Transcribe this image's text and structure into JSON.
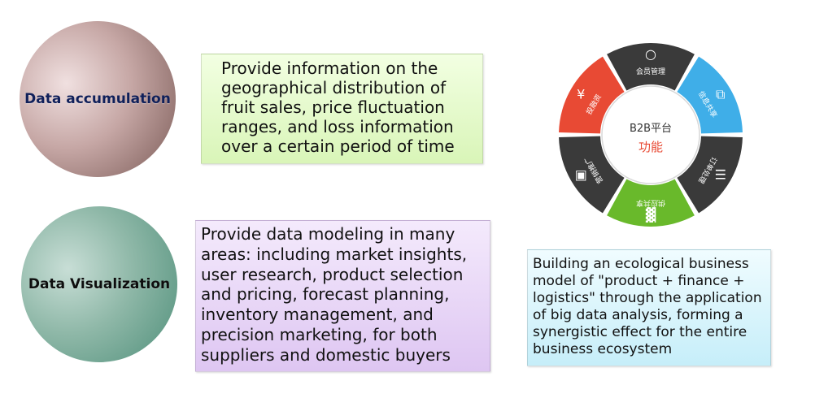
{
  "circles": {
    "accumulation": "Data accumulation",
    "visualization": "Data Visualization"
  },
  "boxes": {
    "accumulation_text": "Provide information on the geographical distribution of fruit sales, price fluctuation ranges, and loss information over a certain period of time",
    "visualization_text": "Provide data modeling in many areas: including market insights, user research, product selection and pricing, forecast planning, inventory management, and precision marketing, for both suppliers and domestic buyers",
    "ecosystem_text": "Building an ecological business model of \"product + finance + logistics\" through the application of big data analysis, forming a synergistic effect for the entire business ecosystem"
  },
  "wheel": {
    "center_title": "B2B平台",
    "center_subtitle": "功能",
    "segments": [
      {
        "label": "会员管理",
        "color": "#3a3a3a",
        "icon": "user-icon"
      },
      {
        "label": "信息共享",
        "color": "#3faee8",
        "icon": "link-icon"
      },
      {
        "label": "订单处理",
        "color": "#3a3a3a",
        "icon": "order-icon"
      },
      {
        "label": "供应共享",
        "color": "#69b92b",
        "icon": "chart-icon"
      },
      {
        "label": "营销推广",
        "color": "#3a3a3a",
        "icon": "promotion-icon"
      },
      {
        "label": "投融资",
        "color": "#e84a34",
        "icon": "finance-icon"
      }
    ],
    "center_subtitle_color": "#e84a34"
  }
}
